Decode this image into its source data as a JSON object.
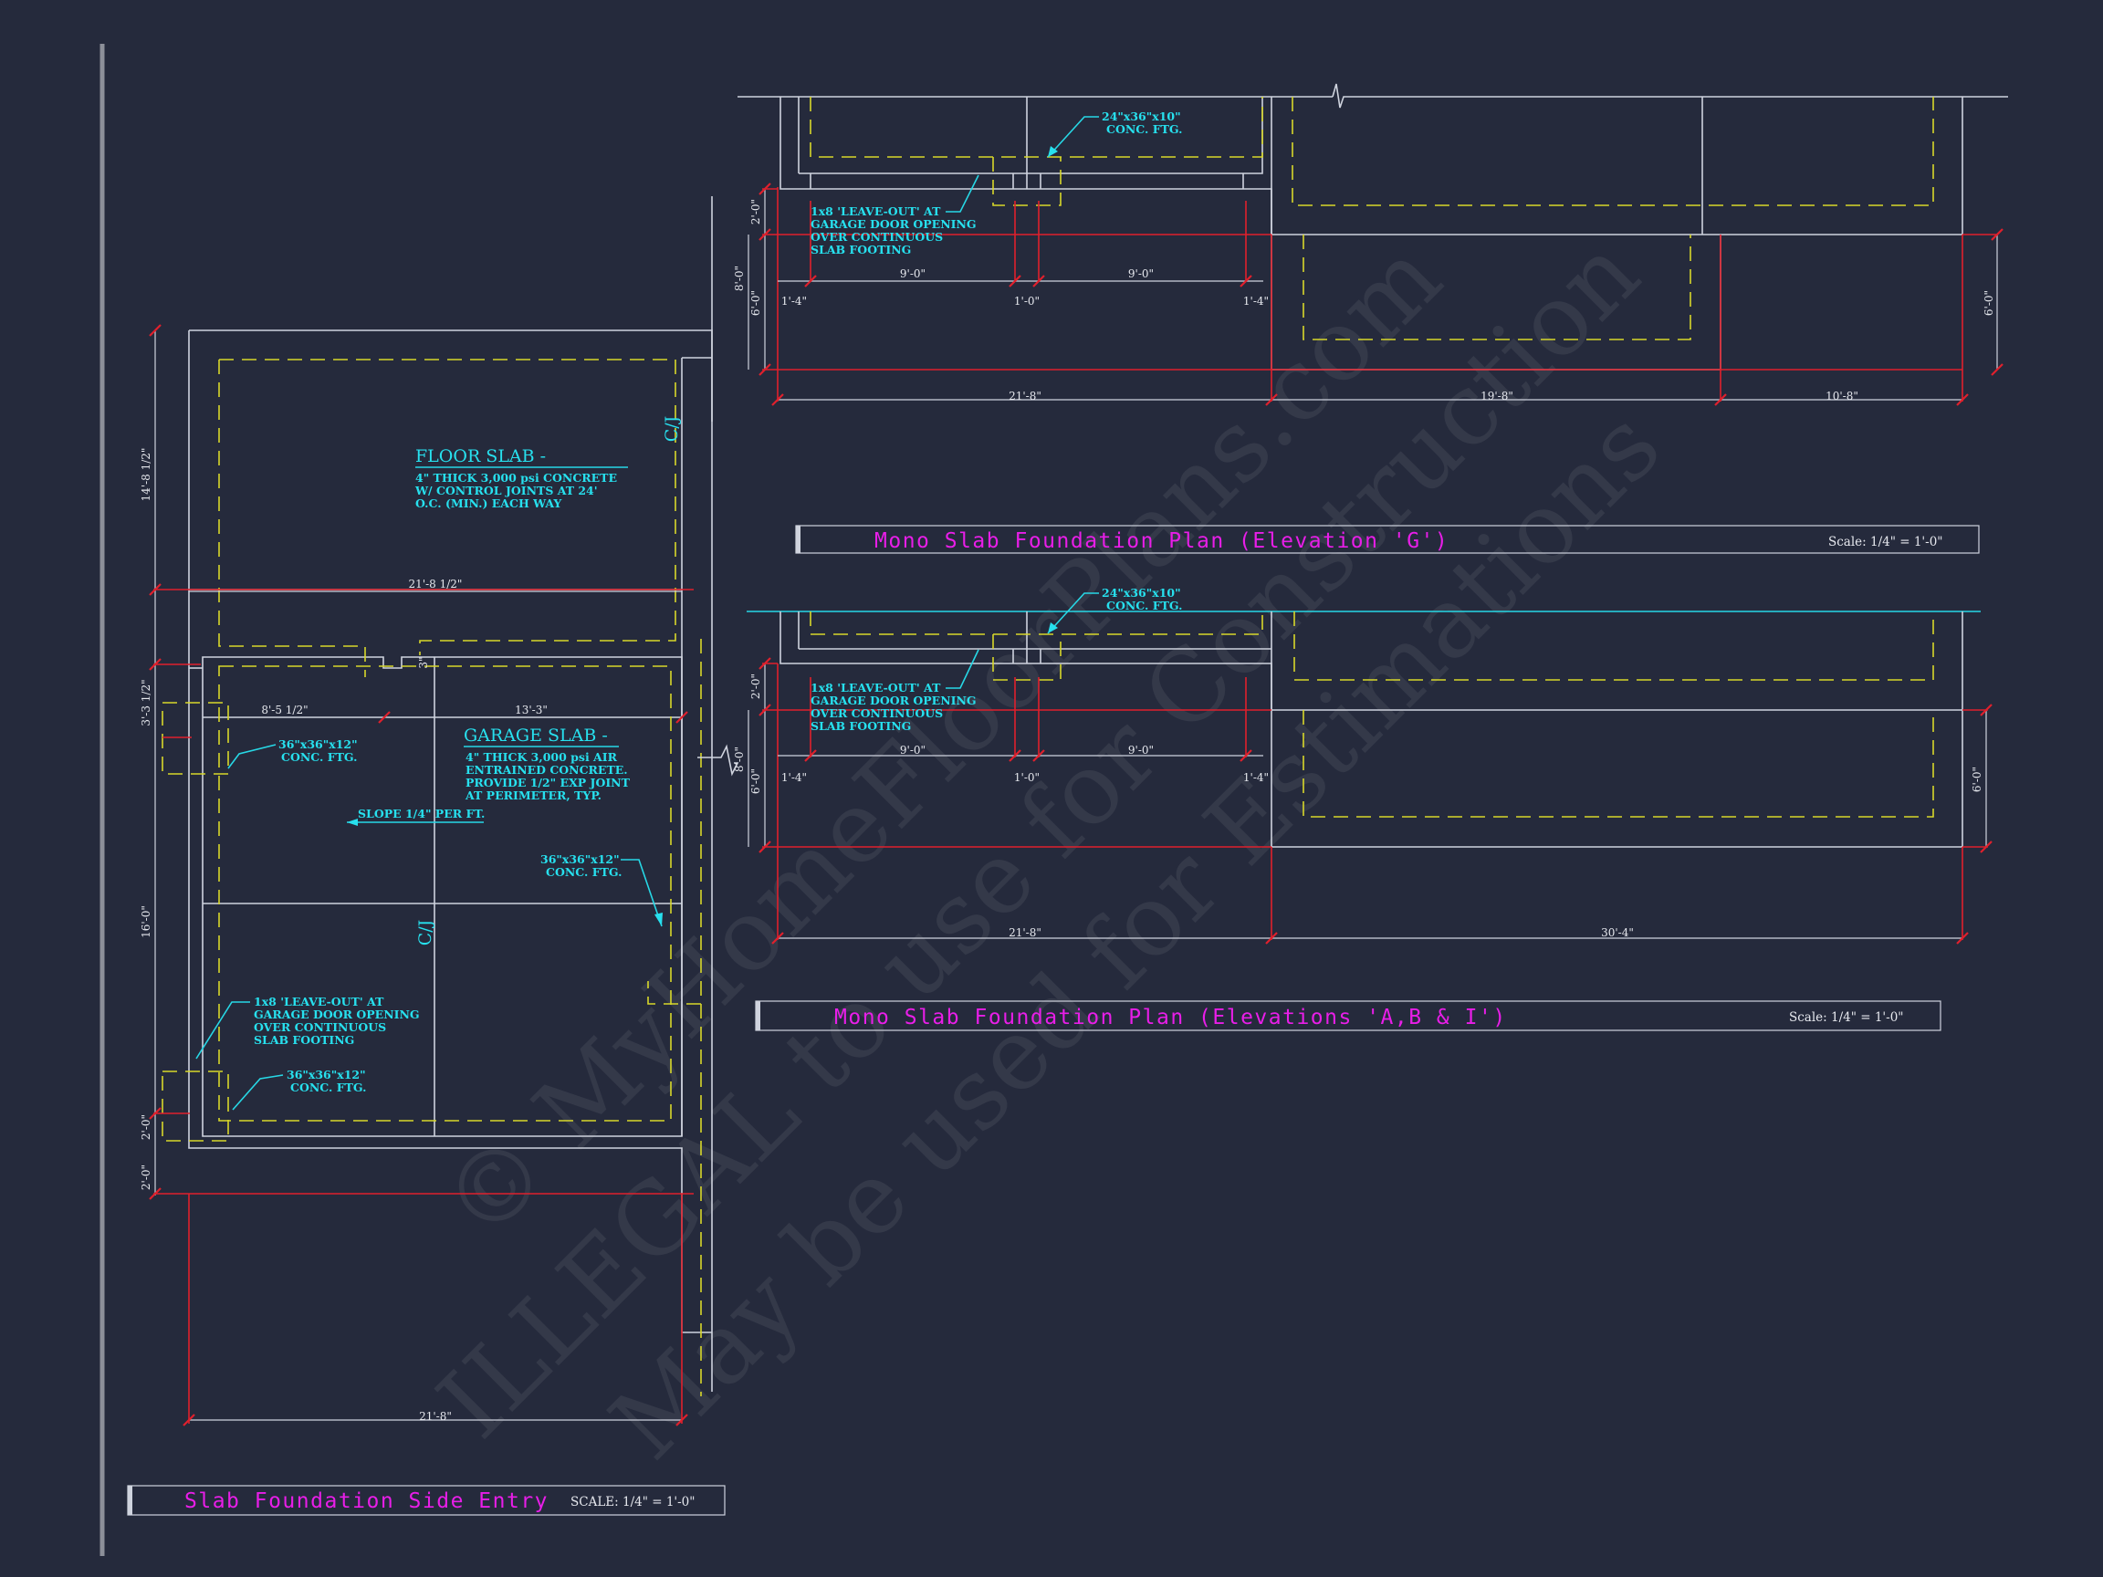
{
  "colors": {
    "background": "#252a3c",
    "title": "#e81ee8",
    "annotation": "#27e0ee",
    "dimension_line": "#e0202c",
    "footing_dash": "#d8d82a",
    "slab_edge": "#cfd3de"
  },
  "watermark": {
    "line1": "© MyHomeFloorPlans.com",
    "line2": "ILLEGAL to use for Construction",
    "line3": "May be used for Estimations"
  },
  "side_entry": {
    "title": "Slab Foundation Side Entry",
    "scale": "SCALE: 1/4\" = 1'-0\"",
    "floor_slab_heading": "FLOOR SLAB -",
    "floor_slab_notes": [
      "4\" THICK 3,000 psi CONCRETE",
      "W/ CONTROL JOINTS AT 24'",
      "O.C. (MIN.) EACH WAY"
    ],
    "garage_slab_heading": "GARAGE SLAB -",
    "garage_slab_notes": [
      "4\" THICK 3,000 psi AIR",
      "ENTRAINED CONCRETE.",
      "PROVIDE 1/2\" EXP JOINT",
      "AT PERIMETER, TYP."
    ],
    "slope_note": "SLOPE 1/4\" PER FT.",
    "cl_top": "C/J",
    "cl_bottom": "C/J",
    "ftg_a": [
      "36\"x36\"x12\"",
      "CONC. FTG."
    ],
    "ftg_b": [
      "36\"x36\"x12\"",
      "CONC. FTG."
    ],
    "ftg_c": [
      "36\"x36\"x12\"",
      "CONC. FTG."
    ],
    "leave_out": [
      "1x8 'LEAVE-OUT' AT",
      "GARAGE DOOR OPENING",
      "OVER CONTINUOUS",
      "SLAB FOOTING"
    ],
    "dims": {
      "floor_width": "21'-8 1/2\"",
      "floor_depth": "14'-8 1/2\"",
      "step_a": "3'-3 1/2\"",
      "step_b": "3\"",
      "left_run": "8'-5 1/2\"",
      "right_run": "13'-3\"",
      "garage_depth": "16'-0\"",
      "pad_a": "2'-0\"",
      "pad_b": "2'-0\"",
      "overall_width": "21'-8\""
    }
  },
  "mono_g": {
    "title": "Mono Slab Foundation Plan (Elevation 'G')",
    "scale": "Scale: 1/4\" = 1'-0\"",
    "ftg": [
      "24\"x36\"x10\"",
      "CONC. FTG."
    ],
    "leave_out": [
      "1x8 'LEAVE-OUT' AT",
      "GARAGE DOOR OPENING",
      "OVER CONTINUOUS",
      "SLAB FOOTING"
    ],
    "dims": {
      "door_left": "9'-0\"",
      "door_right": "9'-0\"",
      "end_left": "1'-4\"",
      "mid": "1'-0\"",
      "end_right": "1'-4\"",
      "left_a": "2'-0\"",
      "left_b": "8'-0\"",
      "left_c": "6'-0\"",
      "right": "6'-0\"",
      "w1": "21'-8\"",
      "w2": "19'-8\"",
      "w3": "10'-8\""
    }
  },
  "mono_abi": {
    "title": "Mono Slab Foundation Plan (Elevations 'A,B & I')",
    "scale": "Scale: 1/4\" = 1'-0\"",
    "ftg": [
      "24\"x36\"x10\"",
      "CONC. FTG."
    ],
    "leave_out": [
      "1x8 'LEAVE-OUT' AT",
      "GARAGE DOOR OPENING",
      "OVER CONTINUOUS",
      "SLAB FOOTING"
    ],
    "dims": {
      "door_left": "9'-0\"",
      "door_right": "9'-0\"",
      "end_left": "1'-4\"",
      "mid": "1'-0\"",
      "end_right": "1'-4\"",
      "left_a": "2'-0\"",
      "left_b": "8'-0\"",
      "left_c": "6'-0\"",
      "right": "6'-0\"",
      "w1": "21'-8\"",
      "w2": "30'-4\""
    }
  }
}
